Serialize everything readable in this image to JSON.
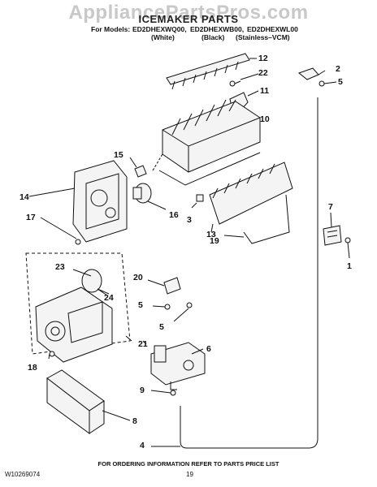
{
  "watermark": "AppliancePartsPros.com",
  "title": "ICEMAKER PARTS",
  "models": {
    "prefix": "For Models:",
    "list": [
      "ED2DHEXWQ00,",
      "ED2DHEXWB00,",
      "ED2DHEXWL00"
    ],
    "finishes": [
      "(White)",
      "(Black)",
      "(Stainless–VCM)"
    ]
  },
  "callouts": {
    "c1": "1",
    "c2": "2",
    "c3": "3",
    "c4": "4",
    "c5a": "5",
    "c5b": "5",
    "c5c": "5",
    "c6": "6",
    "c7": "7",
    "c8": "8",
    "c9": "9",
    "c10": "10",
    "c11": "11",
    "c12": "12",
    "c13": "13",
    "c14": "14",
    "c15": "15",
    "c16": "16",
    "c17": "17",
    "c18": "18",
    "c19": "19",
    "c20": "20",
    "c21": "21",
    "c22": "22",
    "c23": "23",
    "c24": "24"
  },
  "footer": "FOR ORDERING INFORMATION REFER TO PARTS PRICE LIST",
  "doc_number": "W10269074",
  "page_number": "19"
}
